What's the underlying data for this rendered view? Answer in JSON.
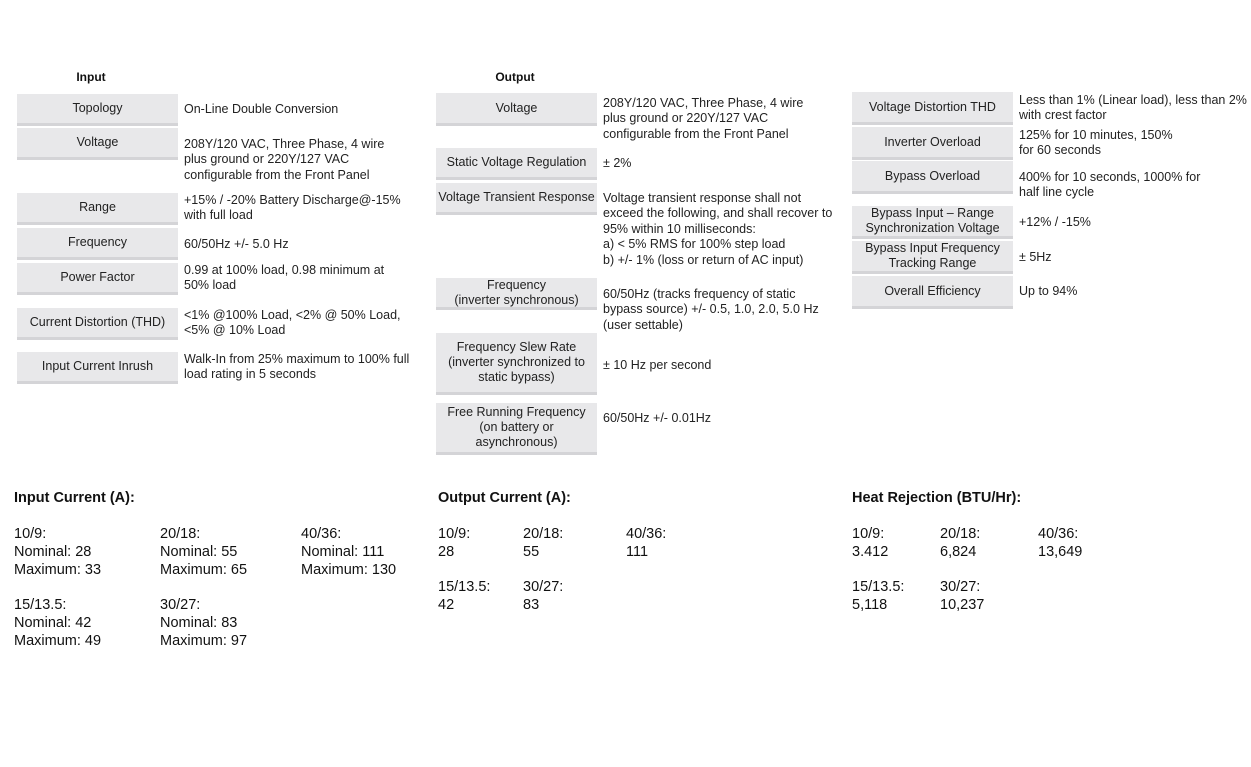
{
  "input": {
    "heading": "Input",
    "rows": [
      {
        "label": "Topology",
        "value": "On-Line Double Conversion"
      },
      {
        "label": "Voltage",
        "value": "208Y/120 VAC, Three Phase, 4 wire\nplus ground or 220Y/127 VAC\nconfigurable from the Front Panel"
      },
      {
        "label": "Range",
        "value": "+15% / -20% Battery Discharge@-15%\nwith full load"
      },
      {
        "label": "Frequency",
        "value": "60/50Hz +/- 5.0 Hz"
      },
      {
        "label": "Power Factor",
        "value": "0.99 at 100% load, 0.98 minimum at\n50% load"
      },
      {
        "label": "Current Distortion (THD)",
        "value": "<1% @100% Load, <2% @ 50% Load,\n<5% @ 10% Load"
      },
      {
        "label": "Input Current Inrush",
        "value": "Walk-In from 25% maximum to 100% full\nload rating in 5 seconds"
      }
    ]
  },
  "output": {
    "heading": "Output",
    "rows": [
      {
        "label": "Voltage",
        "value": "208Y/120 VAC, Three Phase, 4 wire\nplus ground or 220Y/127 VAC\nconfigurable from the Front Panel"
      },
      {
        "label": "Static Voltage Regulation",
        "value": "± 2%"
      },
      {
        "label": "Voltage Transient Response",
        "value": "Voltage transient response shall not\nexceed the following, and shall recover to\n95% within 10 milliseconds:\na) < 5% RMS for 100% step load\nb) +/- 1% (loss or return of AC input)"
      },
      {
        "label": "Frequency\n(inverter synchronous)",
        "value": "60/50Hz (tracks frequency of static\nbypass source) +/- 0.5, 1.0, 2.0, 5.0 Hz\n(user settable)"
      },
      {
        "label": "Frequency Slew Rate\n(inverter synchronized to\nstatic bypass)",
        "value": "± 10 Hz per second"
      },
      {
        "label": "Free Running Frequency\n(on battery or\nasynchronous)",
        "value": "60/50Hz +/- 0.01Hz"
      }
    ]
  },
  "other": {
    "rows": [
      {
        "label": "Voltage Distortion THD",
        "value": "Less than 1% (Linear load), less than 2%\nwith crest factor"
      },
      {
        "label": "Inverter Overload",
        "value": "125% for 10 minutes, 150%\nfor 60 seconds"
      },
      {
        "label": "Bypass Overload",
        "value": "400% for 10 seconds, 1000% for\nhalf line cycle"
      },
      {
        "label": "Bypass Input – Range\nSynchronization Voltage",
        "value": "+12% / -15%"
      },
      {
        "label": "Bypass Input Frequency\nTracking Range",
        "value": "± 5Hz"
      },
      {
        "label": "Overall Efficiency",
        "value": "Up to 94%"
      }
    ]
  },
  "input_current": {
    "title": "Input Current (A):",
    "items": [
      "10/9:\nNominal: 28\nMaximum: 33",
      "20/18:\nNominal: 55\nMaximum: 65",
      "40/36:\nNominal: 111\nMaximum: 130",
      "15/13.5:\nNominal: 42\nMaximum: 49",
      "30/27:\nNominal: 83\nMaximum: 97"
    ]
  },
  "output_current": {
    "title": "Output Current (A):",
    "items": [
      "10/9:\n28",
      "20/18:\n55",
      "40/36:\n111",
      "15/13.5:\n42",
      "30/27:\n83"
    ]
  },
  "heat_rejection": {
    "title": "Heat Rejection (BTU/Hr):",
    "items": [
      "10/9:\n3.412",
      "20/18:\n6,824",
      "40/36:\n13,649",
      "15/13.5:\n5,118",
      "30/27:\n10,237"
    ]
  }
}
